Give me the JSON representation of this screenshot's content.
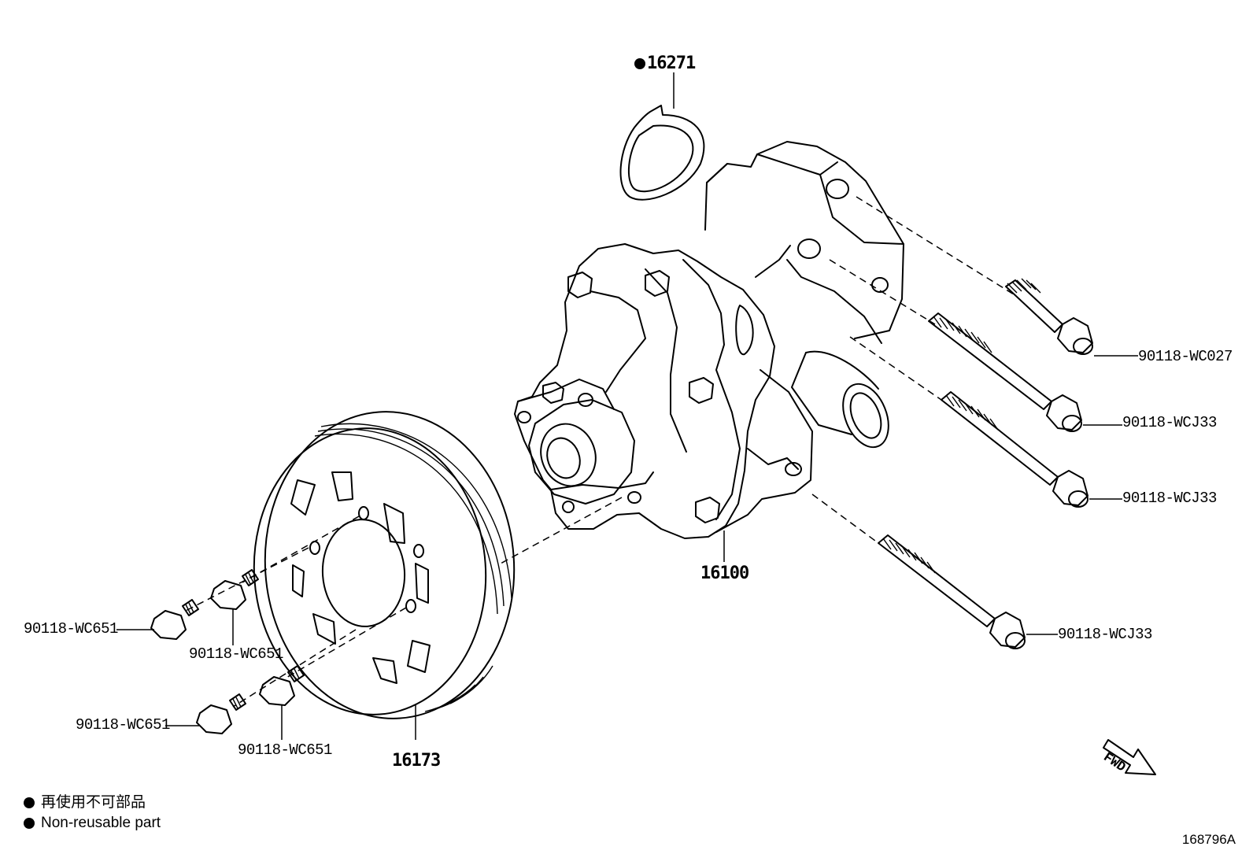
{
  "parts": {
    "gasket": "16271",
    "water_pump": "16100",
    "pulley": "16173",
    "bolt_wc027": "90118-WC027",
    "bolt_wcj33_a": "90118-WCJ33",
    "bolt_wcj33_b": "90118-WCJ33",
    "bolt_wcj33_c": "90118-WCJ33",
    "bolt_wc651_a": "90118-WC651",
    "bolt_wc651_b": "90118-WC651",
    "bolt_wc651_c": "90118-WC651",
    "bolt_wc651_d": "90118-WC651"
  },
  "fwd_label": "FWD",
  "legend": {
    "jp": "再使用不可部品",
    "en": "Non-reusable part"
  },
  "figure_number": "168796A"
}
